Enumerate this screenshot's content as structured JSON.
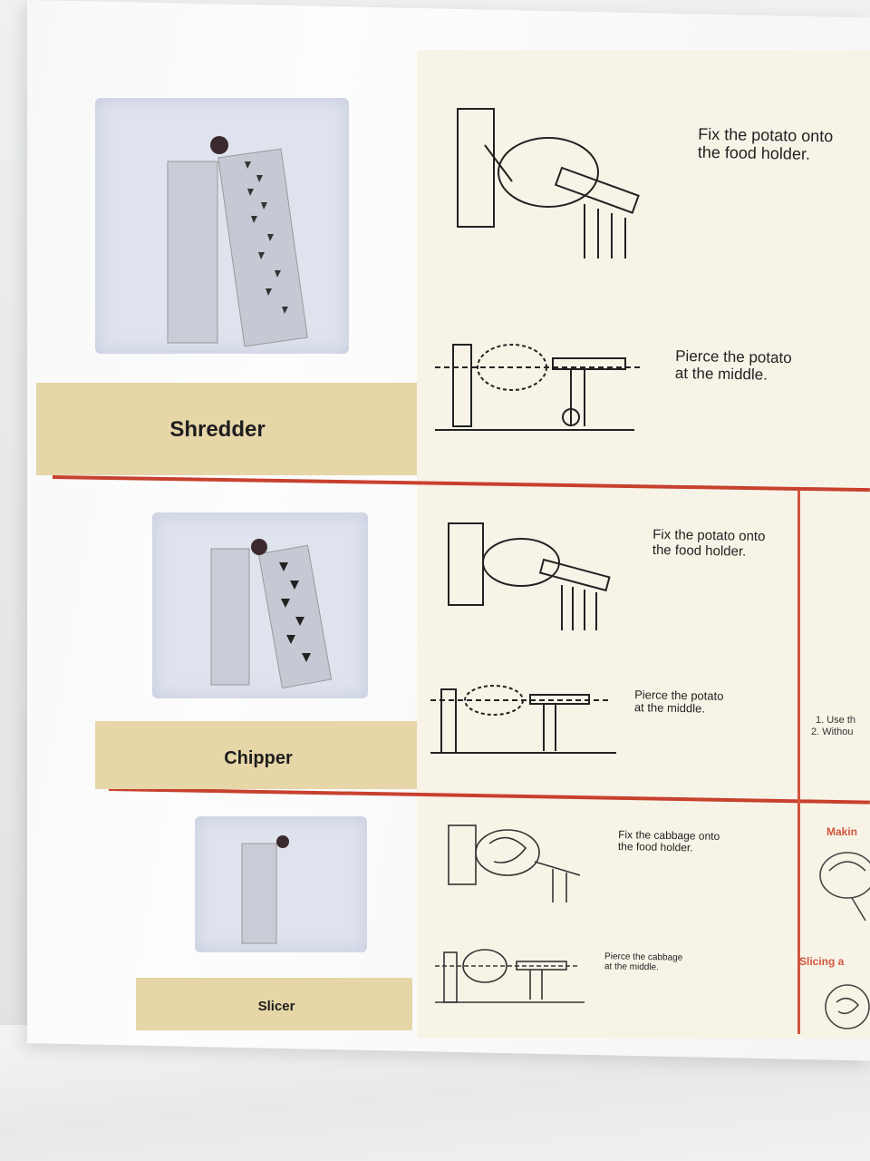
{
  "sections": [
    {
      "label": "Shredder",
      "step1": {
        "line1": "Fix the potato onto",
        "line2": "the food holder."
      },
      "step2": {
        "line1": "Pierce the potato",
        "line2": "at the middle."
      }
    },
    {
      "label": "Chipper",
      "step1": {
        "line1": "Fix the potato onto",
        "line2": "the food holder."
      },
      "step2": {
        "line1": "Pierce the potato",
        "line2": "at the middle."
      }
    },
    {
      "label": "Slicer",
      "step1": {
        "line1": "Fix the cabbage onto",
        "line2": "the food holder."
      },
      "step2": {
        "line1": "Pierce the cabbage",
        "line2": "at the middle."
      }
    }
  ],
  "right_strip": {
    "note1": "1. Use th",
    "note2": "2. Withou",
    "heading1": "Makin",
    "heading2": "Slicing a"
  }
}
